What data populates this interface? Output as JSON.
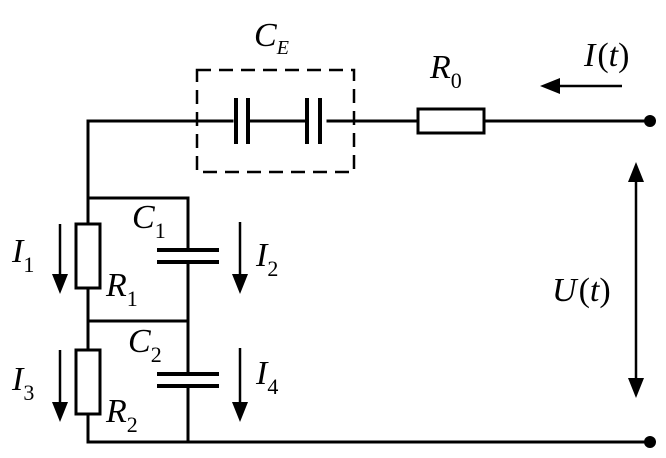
{
  "labels": {
    "ce": {
      "main": "C",
      "sub": "E"
    },
    "r0": {
      "main": "R",
      "sub": "0"
    },
    "it": {
      "main": "I",
      "open": "(",
      "var": "t",
      "close": ")"
    },
    "ut": {
      "main": "U",
      "open": "(",
      "var": "t",
      "close": ")"
    },
    "c1": {
      "main": "C",
      "sub": "1"
    },
    "r1": {
      "main": "R",
      "sub": "1"
    },
    "i1": {
      "main": "I",
      "sub": "1"
    },
    "i2": {
      "main": "I",
      "sub": "2"
    },
    "c2": {
      "main": "C",
      "sub": "2"
    },
    "r2": {
      "main": "R",
      "sub": "2"
    },
    "i3": {
      "main": "I",
      "sub": "3"
    },
    "i4": {
      "main": "I",
      "sub": "4"
    }
  }
}
